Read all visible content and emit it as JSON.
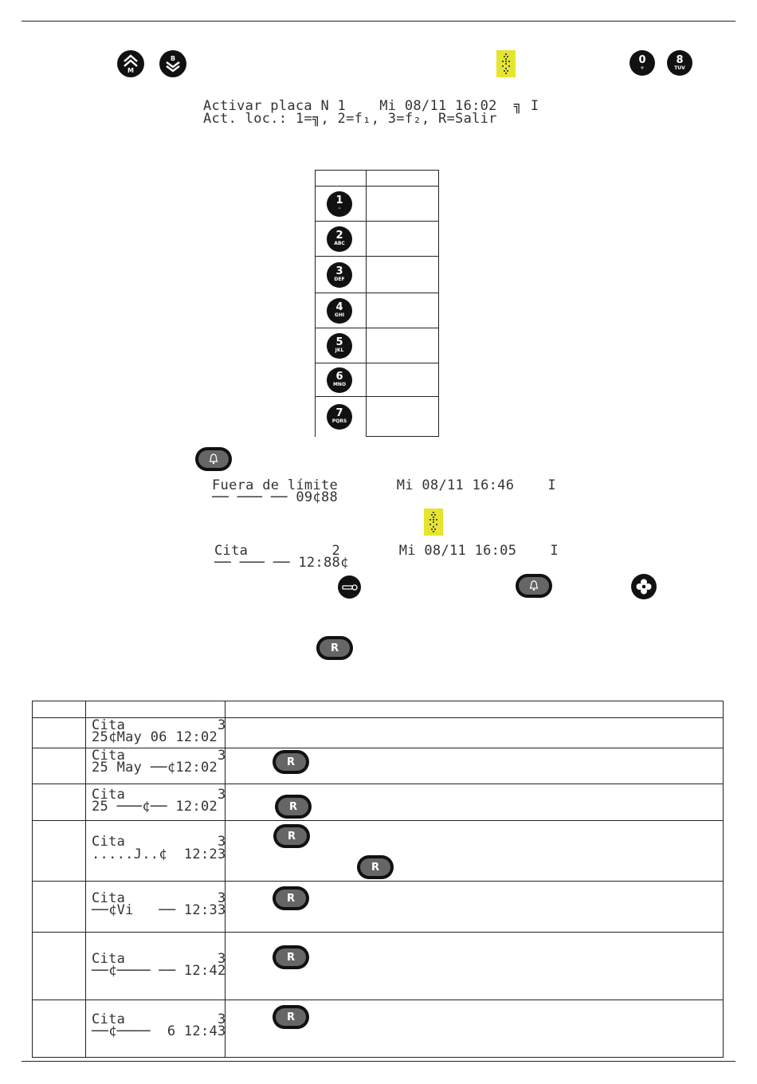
{
  "top_icons": {
    "menu_up_label": "M",
    "menu_down_label": "B",
    "key0": {
      "num": "0",
      "sub": "+"
    },
    "key8": {
      "num": "8",
      "sub": "TUV"
    }
  },
  "screen1": {
    "line1": "Activar placa N 1    Mi 08/11 16:02  ╗ I",
    "line2": "Act. loc.: 1=╗, 2=f₁, 3=f₂, R=Salir"
  },
  "key_table": {
    "keys": [
      {
        "num": "1",
        "sub": "–"
      },
      {
        "num": "2",
        "sub": "ABC"
      },
      {
        "num": "3",
        "sub": "DEF"
      },
      {
        "num": "4",
        "sub": "GHI"
      },
      {
        "num": "5",
        "sub": "JKL"
      },
      {
        "num": "6",
        "sub": "MNO"
      },
      {
        "num": "7",
        "sub": "PQRS"
      }
    ]
  },
  "screen2": {
    "line1": "Fuera de límite       Mi 08/11 16:46    I",
    "line2": "── ─── ── 09¢88"
  },
  "screen3": {
    "line1": "Cita          2       Mi 08/11 16:05    I",
    "line2": "── ─── ── 12:88¢"
  },
  "r_key_label": "R",
  "steps": [
    {
      "line1": "Cita           3",
      "line2": "25¢May 06 12:02",
      "buttons": 0
    },
    {
      "line1": "Cita           3",
      "line2": "25 May ──¢12:02",
      "buttons": 1
    },
    {
      "line1": "Cita           3",
      "line2": "25 ───¢── 12:02",
      "buttons": 1
    },
    {
      "line1": "Cita           3",
      "line2": ".....J..¢  12:23",
      "buttons": 2
    },
    {
      "line1": "Cita           3",
      "line2": "──¢Vi   ── 12:33",
      "buttons": 1
    },
    {
      "line1": "Cita           3",
      "line2": "──¢──── ── 12:42",
      "buttons": 1
    },
    {
      "line1": "Cita           3",
      "line2": "──¢────  6 12:43",
      "buttons": 1
    }
  ]
}
